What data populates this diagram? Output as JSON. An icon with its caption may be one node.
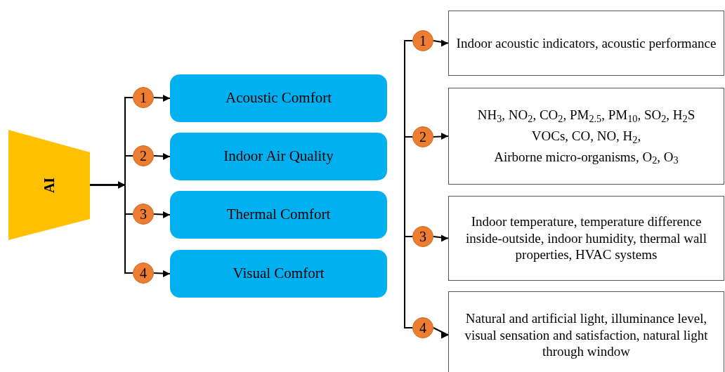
{
  "diagram": {
    "nodes": [
      {
        "text": [
          "AI"
        ]
      },
      {
        "text": [
          "1"
        ]
      },
      {
        "text": [
          "2"
        ]
      },
      {
        "text": [
          "3"
        ]
      },
      {
        "text": [
          "4"
        ]
      },
      {
        "text": [
          "Acoustic Comfort"
        ]
      },
      {
        "text": [
          "Indoor Air Quality"
        ]
      },
      {
        "text": [
          "Thermal Comfort"
        ]
      },
      {
        "text": [
          "Visual Comfort"
        ]
      },
      {
        "text": [
          "1"
        ]
      },
      {
        "text": [
          "2"
        ]
      },
      {
        "text": [
          "3"
        ]
      },
      {
        "text": [
          "4"
        ]
      },
      {
        "text": [
          "Indoor acoustic indicators, acoustic performance"
        ]
      },
      {
        "text": [
          "NH$_{3}$, NO$_{2}$, CO$_{2}$, PM$_{2.5}$, PM$_{10}$, SO$_{2}$, H$_{2}$S",
          "VOCs, CO, NO, H$_{2}$,",
          "Airborne micro-organisms, O$_{2}$, O$_{3}$"
        ]
      },
      {
        "text": [
          "Indoor temperature, temperature difference inside-outside, indoor humidity, thermal wall properties, HVAC systems"
        ]
      },
      {
        "text": [
          "Natural and artificial light, illuminance level, visual sensation and satisfaction, natural light through window"
        ]
      }
    ],
    "edges": [
      {
        "from": 0,
        "to": 1,
        "arrow": "to"
      },
      {
        "from": 0,
        "to": 2,
        "arrow": "to"
      },
      {
        "from": 0,
        "to": 3,
        "arrow": "to"
      },
      {
        "from": 0,
        "to": 4,
        "arrow": "to"
      },
      {
        "from": 1,
        "to": 5,
        "arrow": "to"
      },
      {
        "from": 2,
        "to": 6,
        "arrow": "to"
      },
      {
        "from": 3,
        "to": 7,
        "arrow": "to"
      },
      {
        "from": 4,
        "to": 8,
        "arrow": "to"
      },
      {
        "from": 9,
        "to": 10,
        "arrow": "none"
      },
      {
        "from": 10,
        "to": 11,
        "arrow": "none"
      },
      {
        "from": 11,
        "to": 12,
        "arrow": "none"
      },
      {
        "from": 9,
        "to": 13,
        "arrow": "to"
      },
      {
        "from": 10,
        "to": 14,
        "arrow": "to"
      },
      {
        "from": 11,
        "to": 15,
        "arrow": "to"
      },
      {
        "from": 12,
        "to": 16,
        "arrow": "to"
      }
    ]
  }
}
